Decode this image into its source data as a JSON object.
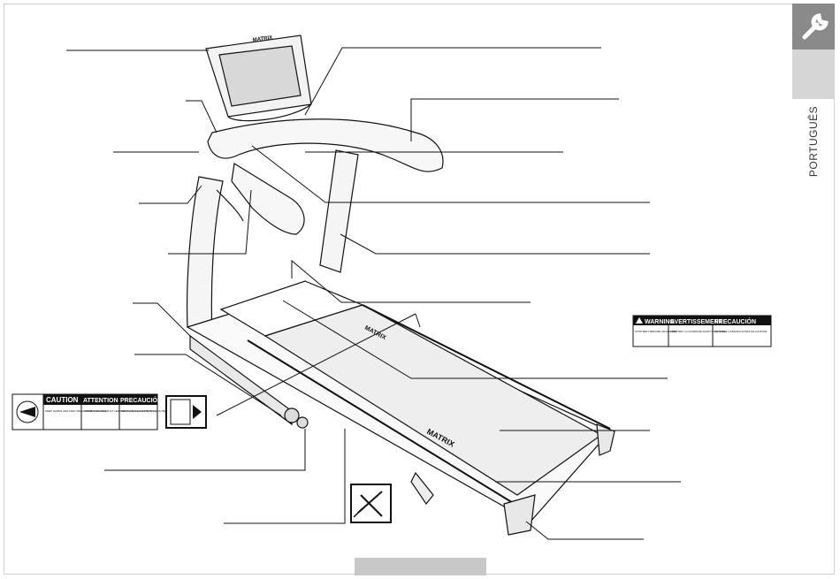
{
  "page": {
    "side_tab": {
      "language": "PORTUGUÊS",
      "icon": "wrench-icon"
    }
  },
  "labels": {
    "left": [
      {
        "heading": "CAUTION",
        "body": "KEEP HANDS AND FEET AWAY FROM THIS AREA"
      },
      {
        "heading": "ATTENTION",
        "body": "GARDER LES MAINS ET LES PIEDS LOIN DE CETTE ZONE"
      },
      {
        "heading": "PRECAUCIÓN",
        "body": "MANTENGA LAS MANOS Y LOS PIES LEJOS DE ESTA ÁREA"
      }
    ],
    "right": [
      {
        "heading": "WARNING",
        "body": "STOP BELT BEFORE ADJUSTING"
      },
      {
        "heading": "AVERTISSEMENT",
        "body": "ARRÊTER LA COURROIE AVANT D'AJUSTER"
      },
      {
        "heading": "PRECAUCIÓN",
        "body": "DETENGA LA BANDA ANTES DE AJUSTAR"
      }
    ]
  },
  "brand": {
    "console": "MATRIX",
    "motor_cover": "MATRIX",
    "side_rail": "MATRIX"
  }
}
